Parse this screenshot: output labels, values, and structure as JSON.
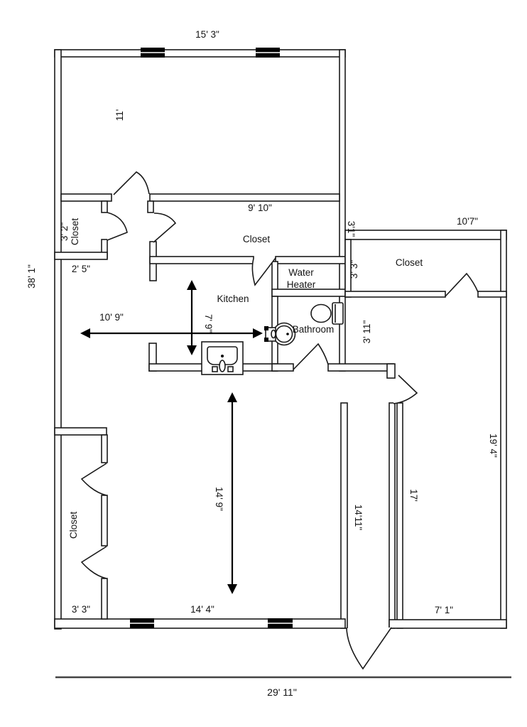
{
  "diagram_type": "floor-plan",
  "colors": {
    "line": "#1a1a1a",
    "background": "#ffffff",
    "dim_line": "#444444"
  },
  "labels": {
    "exterior": {
      "top_width": "15' 3\"",
      "left_height": "38' 1\"",
      "total_width": "29' 11\"",
      "wing_top_width": "10'7\"",
      "wing_offset": "3'1\""
    },
    "bedroom_top": {
      "width": "11'"
    },
    "closet_hall": {
      "name": "Closet",
      "width": "9' 10\""
    },
    "closet_small": {
      "dim": "3' 2\"",
      "name": "Closet"
    },
    "vestibule": {
      "width": "2' 5\""
    },
    "kitchen": {
      "name": "Kitchen",
      "width": "10' 9\"",
      "depth": "7' 9\""
    },
    "water_heater": {
      "line1": "Water",
      "line2": "Heater"
    },
    "bathroom": {
      "name": "Bathroom"
    },
    "wing_closet": {
      "name": "Closet",
      "depth": "3' 3\""
    },
    "nook": {
      "width": "3' 11\""
    },
    "bedroom_right": {
      "height_outer": "19' 4\"",
      "height_inner": "17'",
      "width": "7' 1\""
    },
    "hallway": {
      "length": "14'11\""
    },
    "living": {
      "height": "14' 9\"",
      "width": "14' 4\""
    },
    "closet_bottom": {
      "name": "Closet",
      "dim": "3' 3\""
    }
  }
}
